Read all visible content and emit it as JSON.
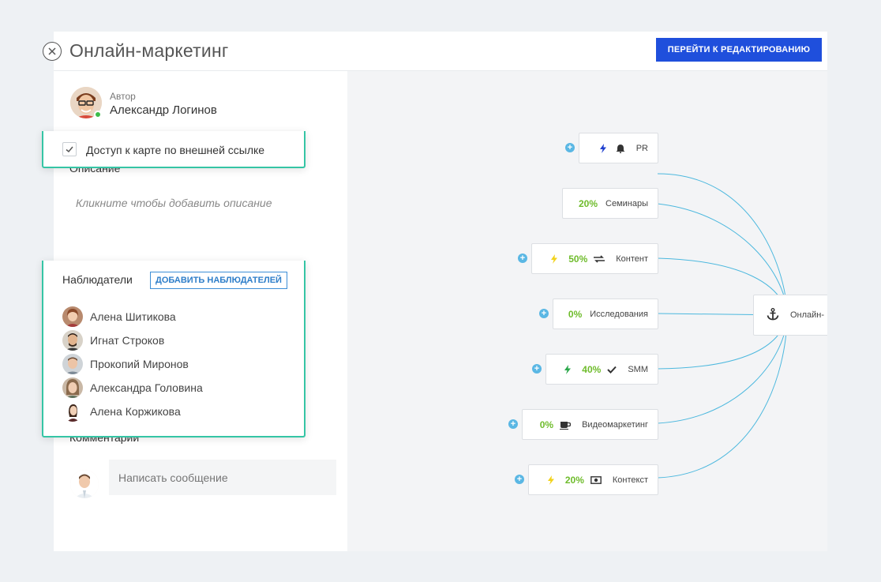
{
  "header": {
    "title": "Онлайн-маркетинг",
    "edit_button": "ПЕРЕЙТИ К РЕДАКТИРОВАНИЮ"
  },
  "author": {
    "caption": "Автор",
    "name": "Александр Логинов",
    "online": true
  },
  "access": {
    "label": "Доступ к карте по внешней ссылке",
    "checked": true
  },
  "description": {
    "heading": "Описание",
    "placeholder": "Кликните чтобы добавить описание"
  },
  "observers": {
    "title": "Наблюдатели",
    "add_button": "ДОБАВИТЬ НАБЛЮДАТЕЛЕЙ",
    "list": [
      {
        "name": "Алена Шитикова"
      },
      {
        "name": "Игнат Строков"
      },
      {
        "name": "Прокопий Миронов"
      },
      {
        "name": "Александра Головина"
      },
      {
        "name": "Алена Коржикова"
      }
    ]
  },
  "comments": {
    "heading": "Комментарии",
    "placeholder": "Написать сообщение"
  },
  "mindmap": {
    "root": {
      "label": "Онлайн-",
      "icon": "anchor-icon"
    },
    "nodes": [
      {
        "label": "PR",
        "percent": "",
        "icons": [
          "lightning-icon",
          "bell-icon"
        ],
        "lightning_color": "#1f3fcf",
        "has_add": true
      },
      {
        "label": "Семинары",
        "percent": "20%",
        "icons": [],
        "lightning_color": "",
        "has_add": false
      },
      {
        "label": "Контент",
        "percent": "50%",
        "icons": [
          "lightning-icon",
          "exchange-icon"
        ],
        "lightning_color": "#f2d21a",
        "has_add": true
      },
      {
        "label": "Исследования",
        "percent": "0%",
        "icons": [],
        "lightning_color": "",
        "has_add": true
      },
      {
        "label": "SMM",
        "percent": "40%",
        "icons": [
          "lightning-icon",
          "check-icon"
        ],
        "lightning_color": "#2aa74a",
        "has_add": true
      },
      {
        "label": "Видеомаркетинг",
        "percent": "0%",
        "icons": [
          "coffee-icon"
        ],
        "lightning_color": "",
        "has_add": true
      },
      {
        "label": "Контекст",
        "percent": "20%",
        "icons": [
          "lightning-icon",
          "money-icon"
        ],
        "lightning_color": "#f2d21a",
        "has_add": true
      }
    ],
    "link_color": "#4cb8de",
    "percent_color": "#6fbc2c"
  }
}
